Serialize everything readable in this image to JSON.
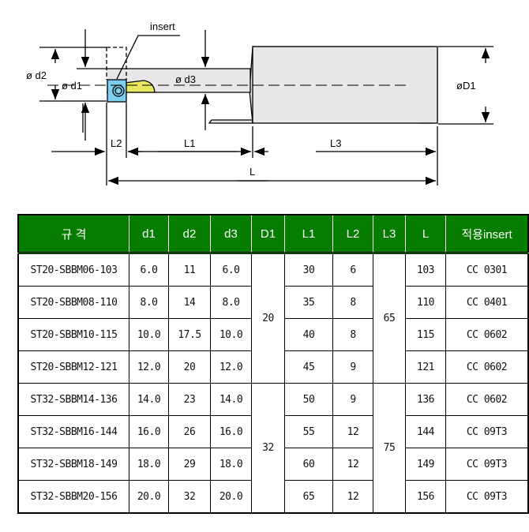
{
  "drawing": {
    "insert_label": "insert",
    "d2": "ø d2",
    "d1": "ø d1",
    "d3": "ø d3",
    "D1": "øD1",
    "L1": "L1",
    "L2": "L2",
    "L3": "L3",
    "L": "L"
  },
  "table": {
    "headers": [
      "규  격",
      "d1",
      "d2",
      "d3",
      "D1",
      "L1",
      "L2",
      "L3",
      "L",
      "적용insert"
    ],
    "rows": [
      [
        "ST20-SBBM06-103",
        "6.0",
        "11",
        "6.0",
        "30",
        "6",
        "103",
        "CC 0301"
      ],
      [
        "ST20-SBBM08-110",
        "8.0",
        "14",
        "8.0",
        "35",
        "8",
        "110",
        "CC 0401"
      ],
      [
        "ST20-SBBM10-115",
        "10.0",
        "17.5",
        "10.0",
        "40",
        "8",
        "115",
        "CC 0602"
      ],
      [
        "ST20-SBBM12-121",
        "12.0",
        "20",
        "12.0",
        "45",
        "9",
        "121",
        "CC 0602"
      ],
      [
        "ST32-SBBM14-136",
        "14.0",
        "23",
        "14.0",
        "50",
        "9",
        "136",
        "CC 0602"
      ],
      [
        "ST32-SBBM16-144",
        "16.0",
        "26",
        "16.0",
        "55",
        "12",
        "144",
        "CC 09T3"
      ],
      [
        "ST32-SBBM18-149",
        "18.0",
        "29",
        "18.0",
        "60",
        "12",
        "149",
        "CC 09T3"
      ],
      [
        "ST32-SBBM20-156",
        "20.0",
        "32",
        "20.0",
        "65",
        "12",
        "156",
        "CC 09T3"
      ]
    ],
    "groups": [
      {
        "D1": "20",
        "L3": "65"
      },
      {
        "D1": "32",
        "L3": "75"
      }
    ]
  },
  "colors": {
    "header": "#067d00",
    "insert": "#7fd0f0",
    "chip": "#e8e860",
    "body": "#e8e6e8"
  }
}
